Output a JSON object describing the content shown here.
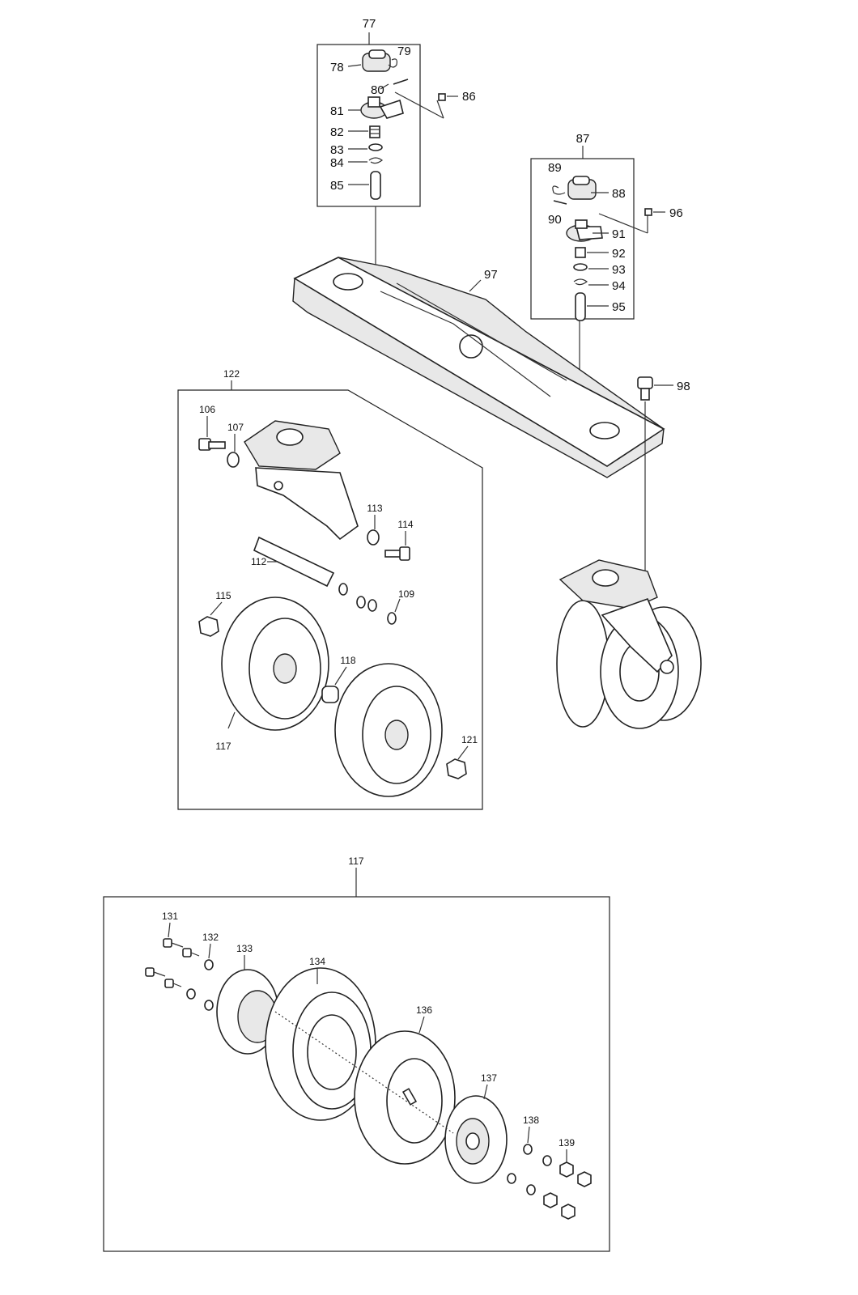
{
  "callouts": {
    "c77": "77",
    "c78": "78",
    "c79": "79",
    "c80": "80",
    "c81": "81",
    "c82": "82",
    "c83": "83",
    "c84": "84",
    "c85": "85",
    "c86": "86",
    "c87": "87",
    "c88": "88",
    "c89": "89",
    "c90": "90",
    "c91": "91",
    "c92": "92",
    "c93": "93",
    "c94": "94",
    "c95": "95",
    "c96": "96",
    "c97": "97",
    "c98": "98",
    "c122": "122",
    "c106": "106",
    "c107": "107",
    "c113": "113",
    "c114": "114",
    "c112": "112",
    "c109": "109",
    "c115": "115",
    "c118": "118",
    "c117a": "117",
    "c121": "121",
    "c117b": "117",
    "c131": "131",
    "c132": "132",
    "c133": "133",
    "c134": "134",
    "c136": "136",
    "c137": "137",
    "c138": "138",
    "c139": "139"
  }
}
